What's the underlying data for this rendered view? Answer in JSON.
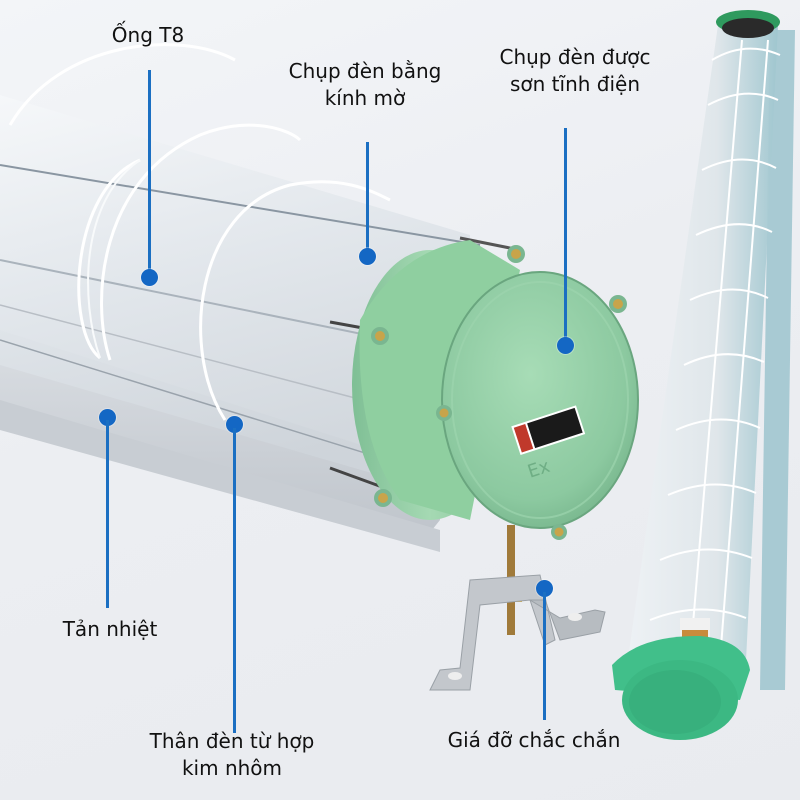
{
  "image": {
    "subject": "explosion-proof T8 fluorescent lamp fixture",
    "background_color": "#eef0f3",
    "accent_color": "#1467c4",
    "housing_color": "#8fd0a2",
    "end_cap_color": "#3dbb86"
  },
  "callouts": [
    {
      "id": "ong-t8",
      "lines": [
        "Ống T8"
      ]
    },
    {
      "id": "chup-den-kinh-mo",
      "lines": [
        "Chụp đèn bằng",
        "kính mờ"
      ]
    },
    {
      "id": "chup-den-son-tinh-dien",
      "lines": [
        "Chụp đèn được",
        "sơn tĩnh điện"
      ]
    },
    {
      "id": "tan-nhiet",
      "lines": [
        "Tản nhiệt"
      ]
    },
    {
      "id": "than-den-hop-kim-nhom",
      "lines": [
        "Thân đèn từ hợp",
        "kim nhôm"
      ]
    },
    {
      "id": "gia-do",
      "lines": [
        "Giá đỡ chắc chắn"
      ]
    }
  ],
  "nameplate": {
    "mark": "Ex"
  }
}
